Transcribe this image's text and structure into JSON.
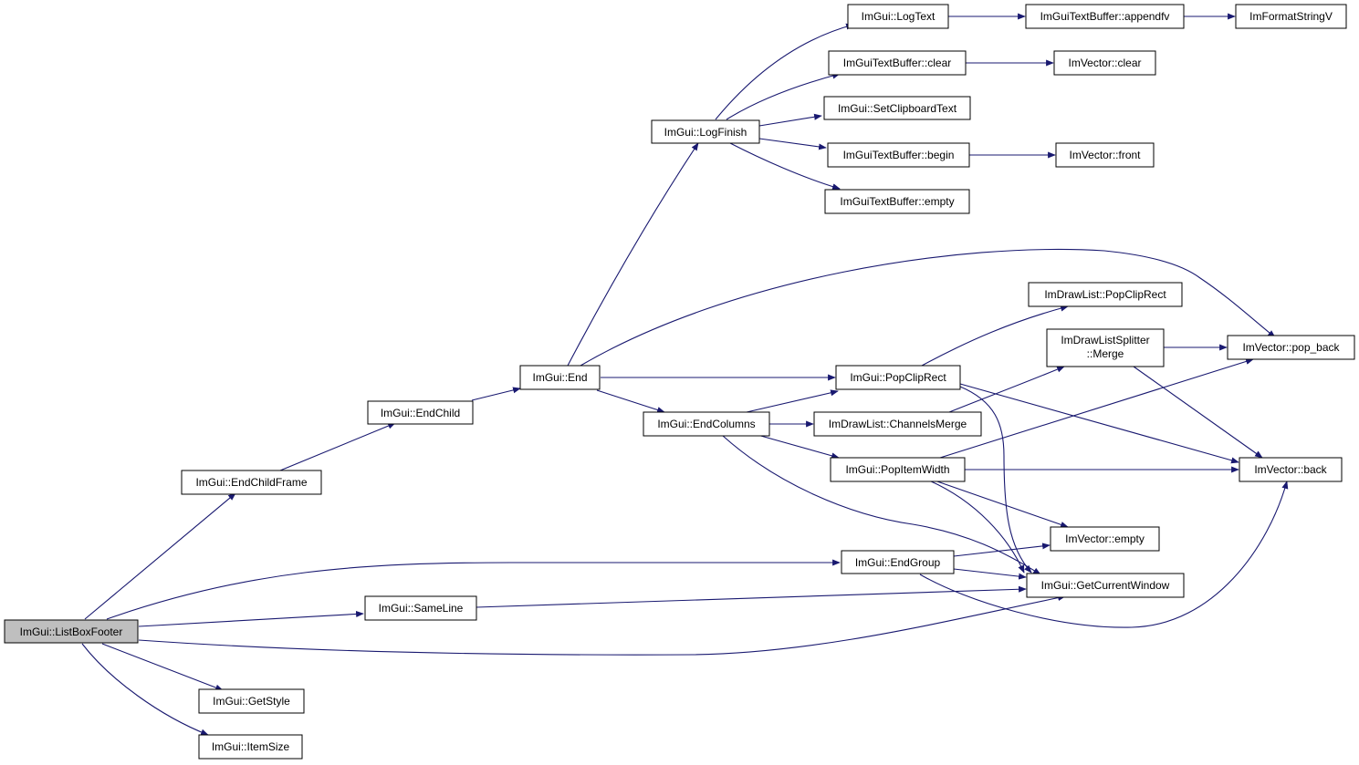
{
  "colors": {
    "edge": "#191970",
    "root_fill": "#bfbfbf",
    "node_fill": "#ffffff",
    "node_border": "#000000"
  },
  "nodes": {
    "listboxfooter": "ImGui::ListBoxFooter",
    "endchildframe": "ImGui::EndChildFrame",
    "endchild": "ImGui::EndChild",
    "end": "ImGui::End",
    "logfinish": "ImGui::LogFinish",
    "logtext": "ImGui::LogText",
    "tb_appendfv": "ImGuiTextBuffer::appendfv",
    "formatstringv": "ImFormatStringV",
    "tb_clear": "ImGuiTextBuffer::clear",
    "vec_clear": "ImVector::clear",
    "setclipboardtext": "ImGui::SetClipboardText",
    "tb_begin": "ImGuiTextBuffer::begin",
    "vec_front": "ImVector::front",
    "tb_empty": "ImGuiTextBuffer::empty",
    "dl_popcliprect": "ImDrawList::PopClipRect",
    "splitter_merge_1": "ImDrawListSplitter",
    "splitter_merge_2": "::Merge",
    "vec_popback": "ImVector::pop_back",
    "popcliprect": "ImGui::PopClipRect",
    "endcolumns": "ImGui::EndColumns",
    "channelsmerge": "ImDrawList::ChannelsMerge",
    "popitemwidth": "ImGui::PopItemWidth",
    "vec_back": "ImVector::back",
    "vec_empty": "ImVector::empty",
    "endgroup": "ImGui::EndGroup",
    "getcurrentwindow": "ImGui::GetCurrentWindow",
    "sameline": "ImGui::SameLine",
    "getstyle": "ImGui::GetStyle",
    "itemsize": "ImGui::ItemSize"
  }
}
